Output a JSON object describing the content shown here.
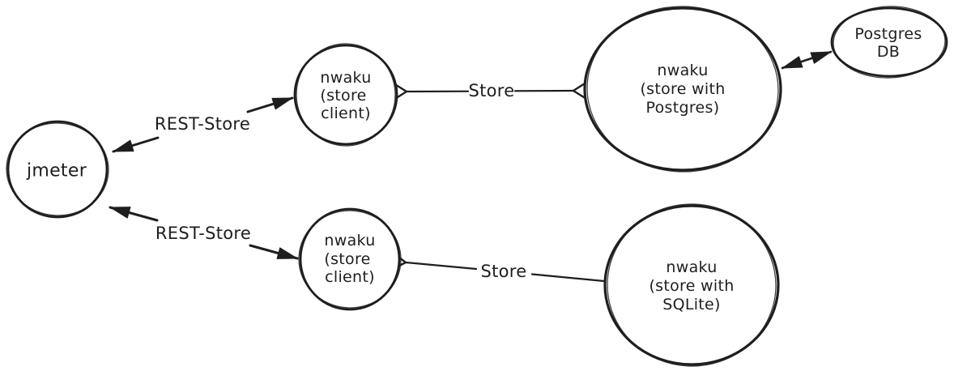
{
  "diagram": {
    "background_color": "#ffffff",
    "ink_color": "#1e1e1e",
    "nodes": {
      "jmeter": {
        "label": "jmeter"
      },
      "store_client_top": {
        "line1": "nwaku",
        "line2": "(store",
        "line3": "client)"
      },
      "store_postgres": {
        "line1": "nwaku",
        "line2": "(store with",
        "line3": "Postgres)"
      },
      "postgres_db": {
        "line1": "Postgres",
        "line2": "DB"
      },
      "store_client_bottom": {
        "line1": "nwaku",
        "line2": "(store",
        "line3": "client)"
      },
      "store_sqlite": {
        "line1": "nwaku",
        "line2": "(store with",
        "line3": "SQLite)"
      }
    },
    "edges": {
      "rest_store_top": {
        "label": "REST-Store"
      },
      "store_top": {
        "label": "Store"
      },
      "rest_store_bottom": {
        "label": "REST-Store"
      },
      "store_bottom": {
        "label": "Store"
      }
    }
  }
}
